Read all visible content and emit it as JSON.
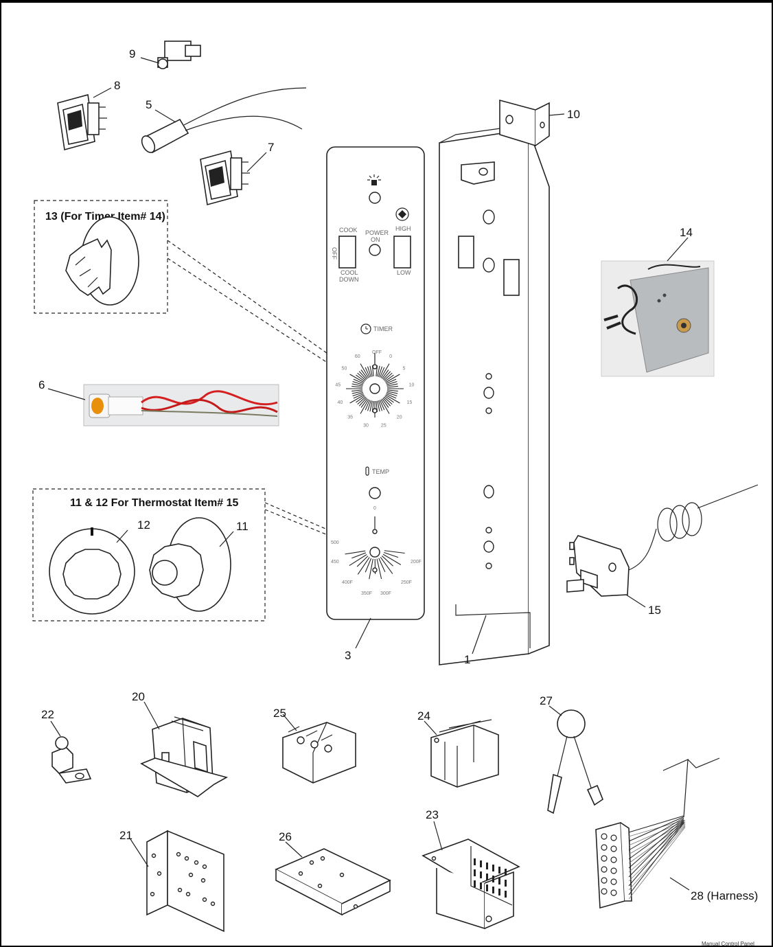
{
  "captions": {
    "knob13": "13 (For Timer Item# 14)",
    "knob11_12": "11 & 12 For Thermostat Item# 15"
  },
  "callouts": {
    "c1": "1",
    "c3": "3",
    "c5": "5",
    "c6": "6",
    "c7": "7",
    "c8": "8",
    "c9": "9",
    "c10": "10",
    "c11": "11",
    "c12": "12",
    "c14": "14",
    "c15": "15",
    "c20": "20",
    "c21": "21",
    "c22": "22",
    "c23": "23",
    "c24": "24",
    "c25": "25",
    "c26": "26",
    "c27": "27",
    "c28": "28 (Harness)"
  },
  "panel": {
    "off": "OFF",
    "cook": "COOK",
    "cool": "COOL",
    "down": "DOWN",
    "power": "POWER",
    "on": "ON",
    "high": "HIGH",
    "low": "LOW",
    "timer": "TIMER",
    "temp": "TEMP"
  },
  "timer_dial": [
    "OFF",
    "0",
    "5",
    "10",
    "15",
    "20",
    "25",
    "30",
    "35",
    "40",
    "45",
    "50",
    "60"
  ],
  "temp_dial": [
    "0",
    "500",
    "450",
    "400F",
    "350F",
    "300F",
    "250F",
    "200F"
  ],
  "footer": "Manual Control Panel",
  "colors": {
    "ink": "#222222",
    "wire_red": "#d42020",
    "lamp_amber": "#e8900c",
    "photo_gray": "#b9bcbf"
  }
}
